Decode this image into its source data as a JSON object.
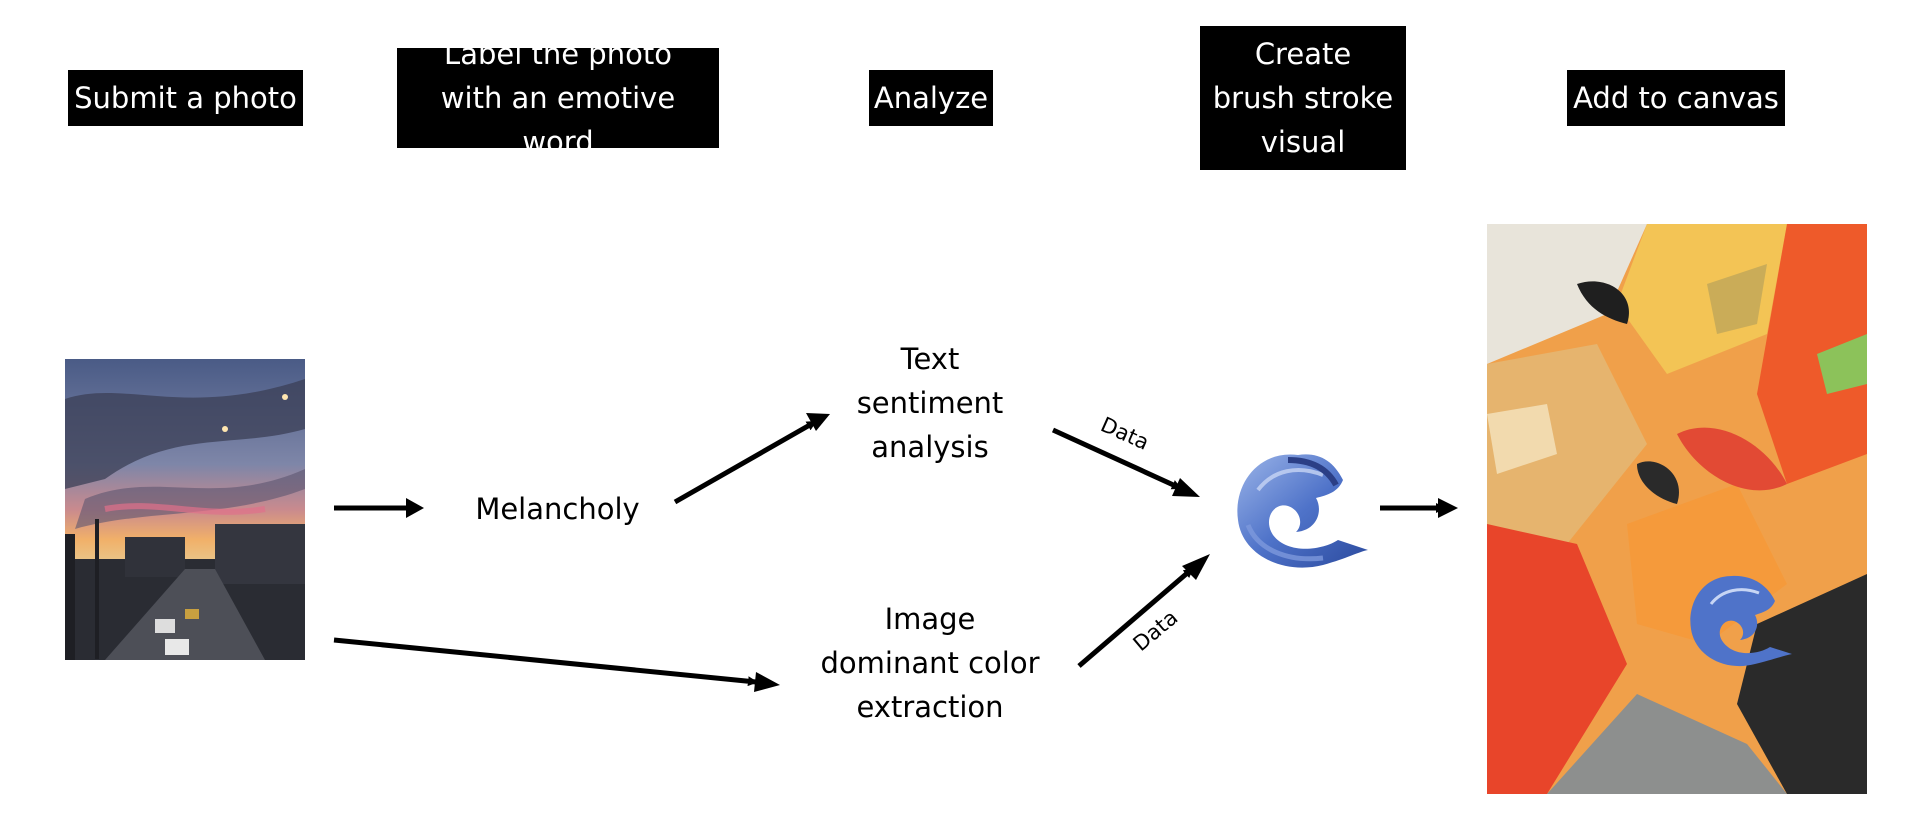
{
  "steps": {
    "submit": "Submit a photo",
    "label": "Label the photo\nwith an emotive word",
    "analyze": "Analyze",
    "create": "Create\nbrush stroke\nvisual",
    "add": "Add to canvas"
  },
  "nodes": {
    "word": "Melancholy",
    "text_analysis": "Text\nsentiment\nanalysis",
    "color_extraction": "Image\ndominant color\nextraction"
  },
  "edges": {
    "data_top": "Data",
    "data_bottom": "Data"
  }
}
